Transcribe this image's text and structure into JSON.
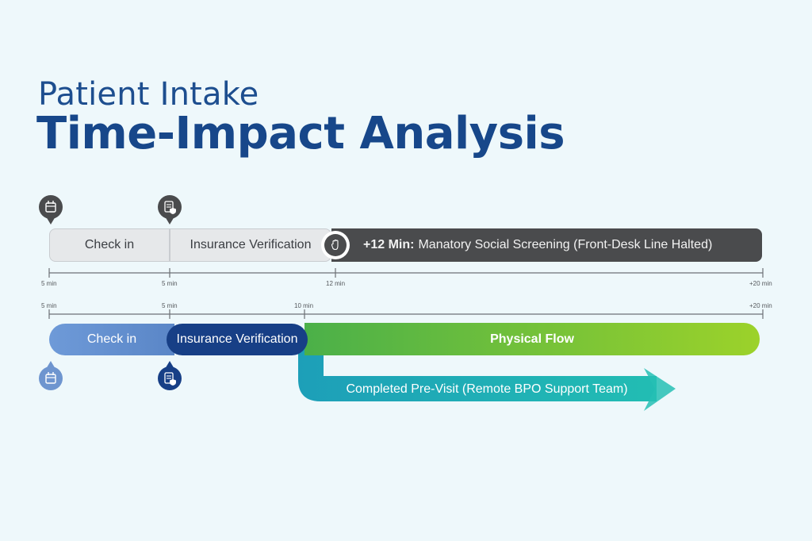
{
  "header": {
    "title_line1": "Patient Intake",
    "title_line2": "Time-Impact Analysis"
  },
  "current_flow": {
    "steps": [
      {
        "label": "Check in"
      },
      {
        "label": "Insurance Verification"
      }
    ],
    "delay": {
      "emphasis": "+12 Min:",
      "label": "Manatory Social Screening (Front-Desk Line Halted)"
    },
    "ticks": [
      "5 min",
      "5 min",
      "12 min",
      "+20 min"
    ]
  },
  "improved_flow": {
    "ticks": [
      "5 min",
      "5 min",
      "10 min",
      "+20 min"
    ],
    "steps": [
      {
        "label": "Check in"
      },
      {
        "label": "Insurance Verification"
      },
      {
        "label": "Physical Flow"
      }
    ],
    "branch": {
      "label": "Completed Pre-Visit (Remote BPO Support Team)"
    }
  },
  "colors": {
    "title": "#17478a",
    "delay_bar": "#4a4b4d",
    "check_in_blue": "#6e9ad8",
    "verification_navy": "#173f86",
    "physical_flow_green": "#6cbf3a",
    "remote_teal": "#1ab0b8"
  },
  "icons": {
    "check_in": "calendar-icon",
    "verification": "document-shield-icon",
    "screening": "stop-hand-icon"
  }
}
